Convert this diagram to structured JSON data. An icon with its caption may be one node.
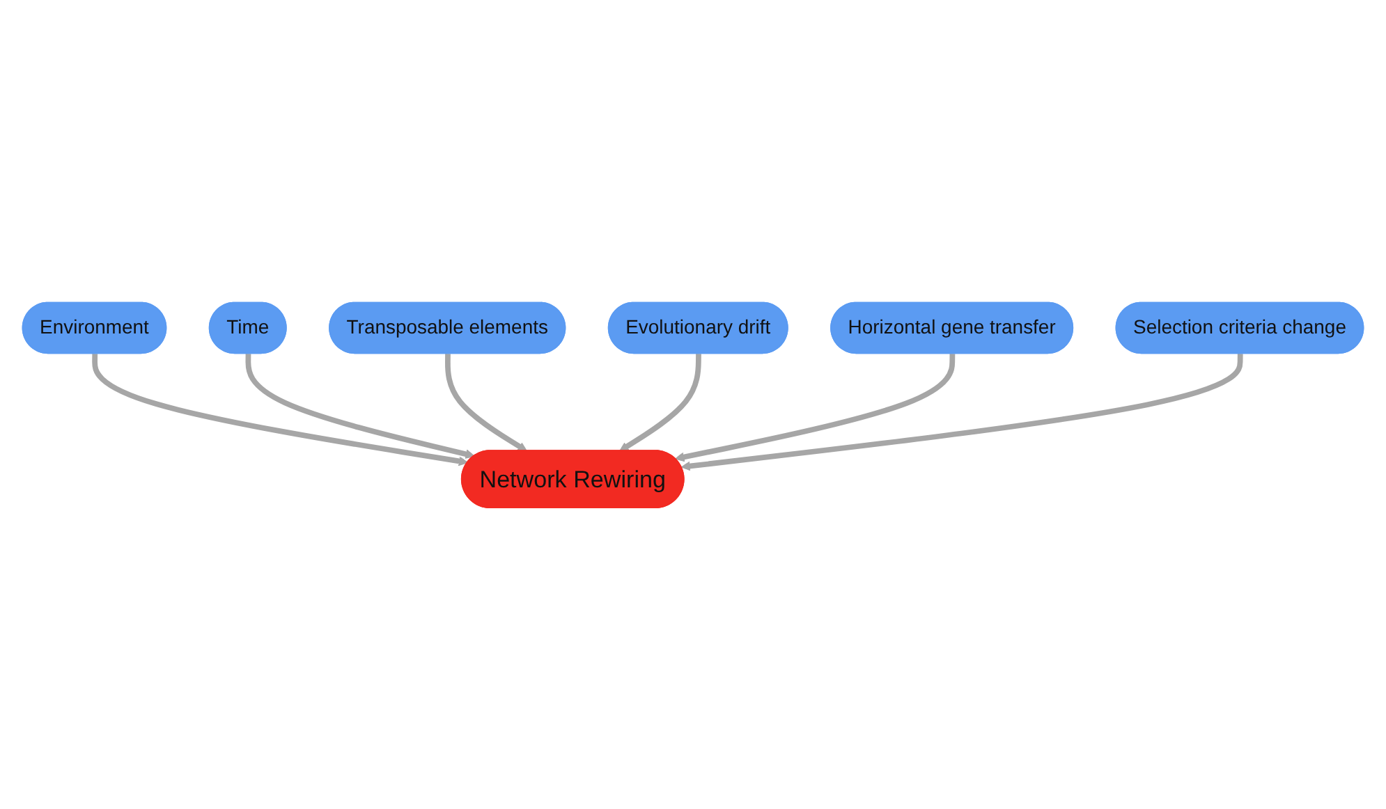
{
  "diagram": {
    "nodes": [
      {
        "text": [
          "Environment"
        ]
      },
      {
        "text": [
          "Time"
        ]
      },
      {
        "text": [
          "Transposable elements"
        ]
      },
      {
        "text": [
          "Network Rewiring"
        ]
      },
      {
        "text": [
          "Evolutionary drift"
        ]
      },
      {
        "text": [
          "Horizontal gene transfer"
        ]
      },
      {
        "text": [
          "Selection criteria change"
        ]
      }
    ],
    "edges": [
      {
        "from": 0,
        "to": 3,
        "arrow": "to"
      },
      {
        "from": 1,
        "to": 3,
        "arrow": "to"
      },
      {
        "from": 2,
        "to": 3,
        "arrow": "to"
      },
      {
        "from": 4,
        "to": 3,
        "arrow": "to"
      },
      {
        "from": 5,
        "to": 3,
        "arrow": "to"
      },
      {
        "from": 6,
        "to": 3,
        "arrow": "to"
      }
    ]
  }
}
